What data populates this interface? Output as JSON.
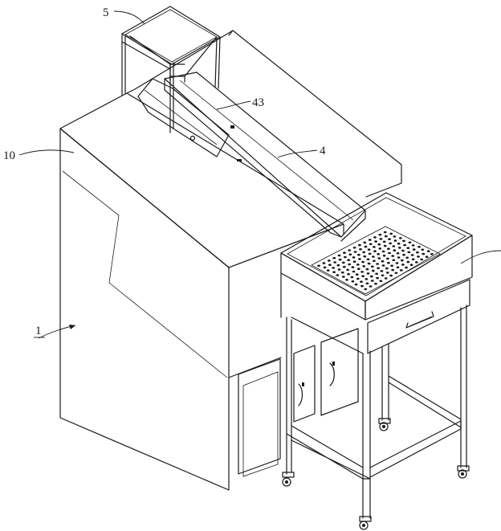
{
  "callouts": {
    "c5": "5",
    "c43": "43",
    "c4": "4",
    "c10": "10",
    "c1": "1"
  },
  "colors": {
    "stroke": "#1a1a1a",
    "background": "#ffffff"
  }
}
